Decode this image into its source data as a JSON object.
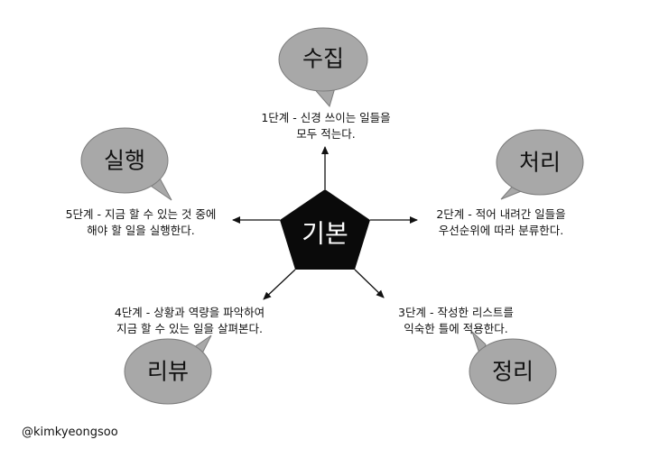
{
  "colors": {
    "bubble_fill": "#a8a8a8",
    "bubble_stroke": "#7c7c7c",
    "center_fill": "#0a0a0a",
    "arrow": "#111111"
  },
  "center": {
    "label": "기본"
  },
  "stages": [
    {
      "bubble": "수집",
      "lines": [
        "1단계 - 신경 쓰이는 일들을",
        "모두 적는다."
      ]
    },
    {
      "bubble": "처리",
      "lines": [
        "2단계 - 적어 내려간 일들을",
        "우선순위에 따라 분류한다."
      ]
    },
    {
      "bubble": "정리",
      "lines": [
        "3단계 - 작성한 리스트를",
        "익숙한 틀에 적용한다."
      ]
    },
    {
      "bubble": "리뷰",
      "lines": [
        "4단계 - 상황과 역량을 파악하여",
        "지금 할 수 있는 일을 살펴본다."
      ]
    },
    {
      "bubble": "실행",
      "lines": [
        "5단계 - 지금 할 수 있는 것 중에",
        "해야 할 일을 실행한다."
      ]
    }
  ],
  "credit": "@kimkyeongsoo"
}
